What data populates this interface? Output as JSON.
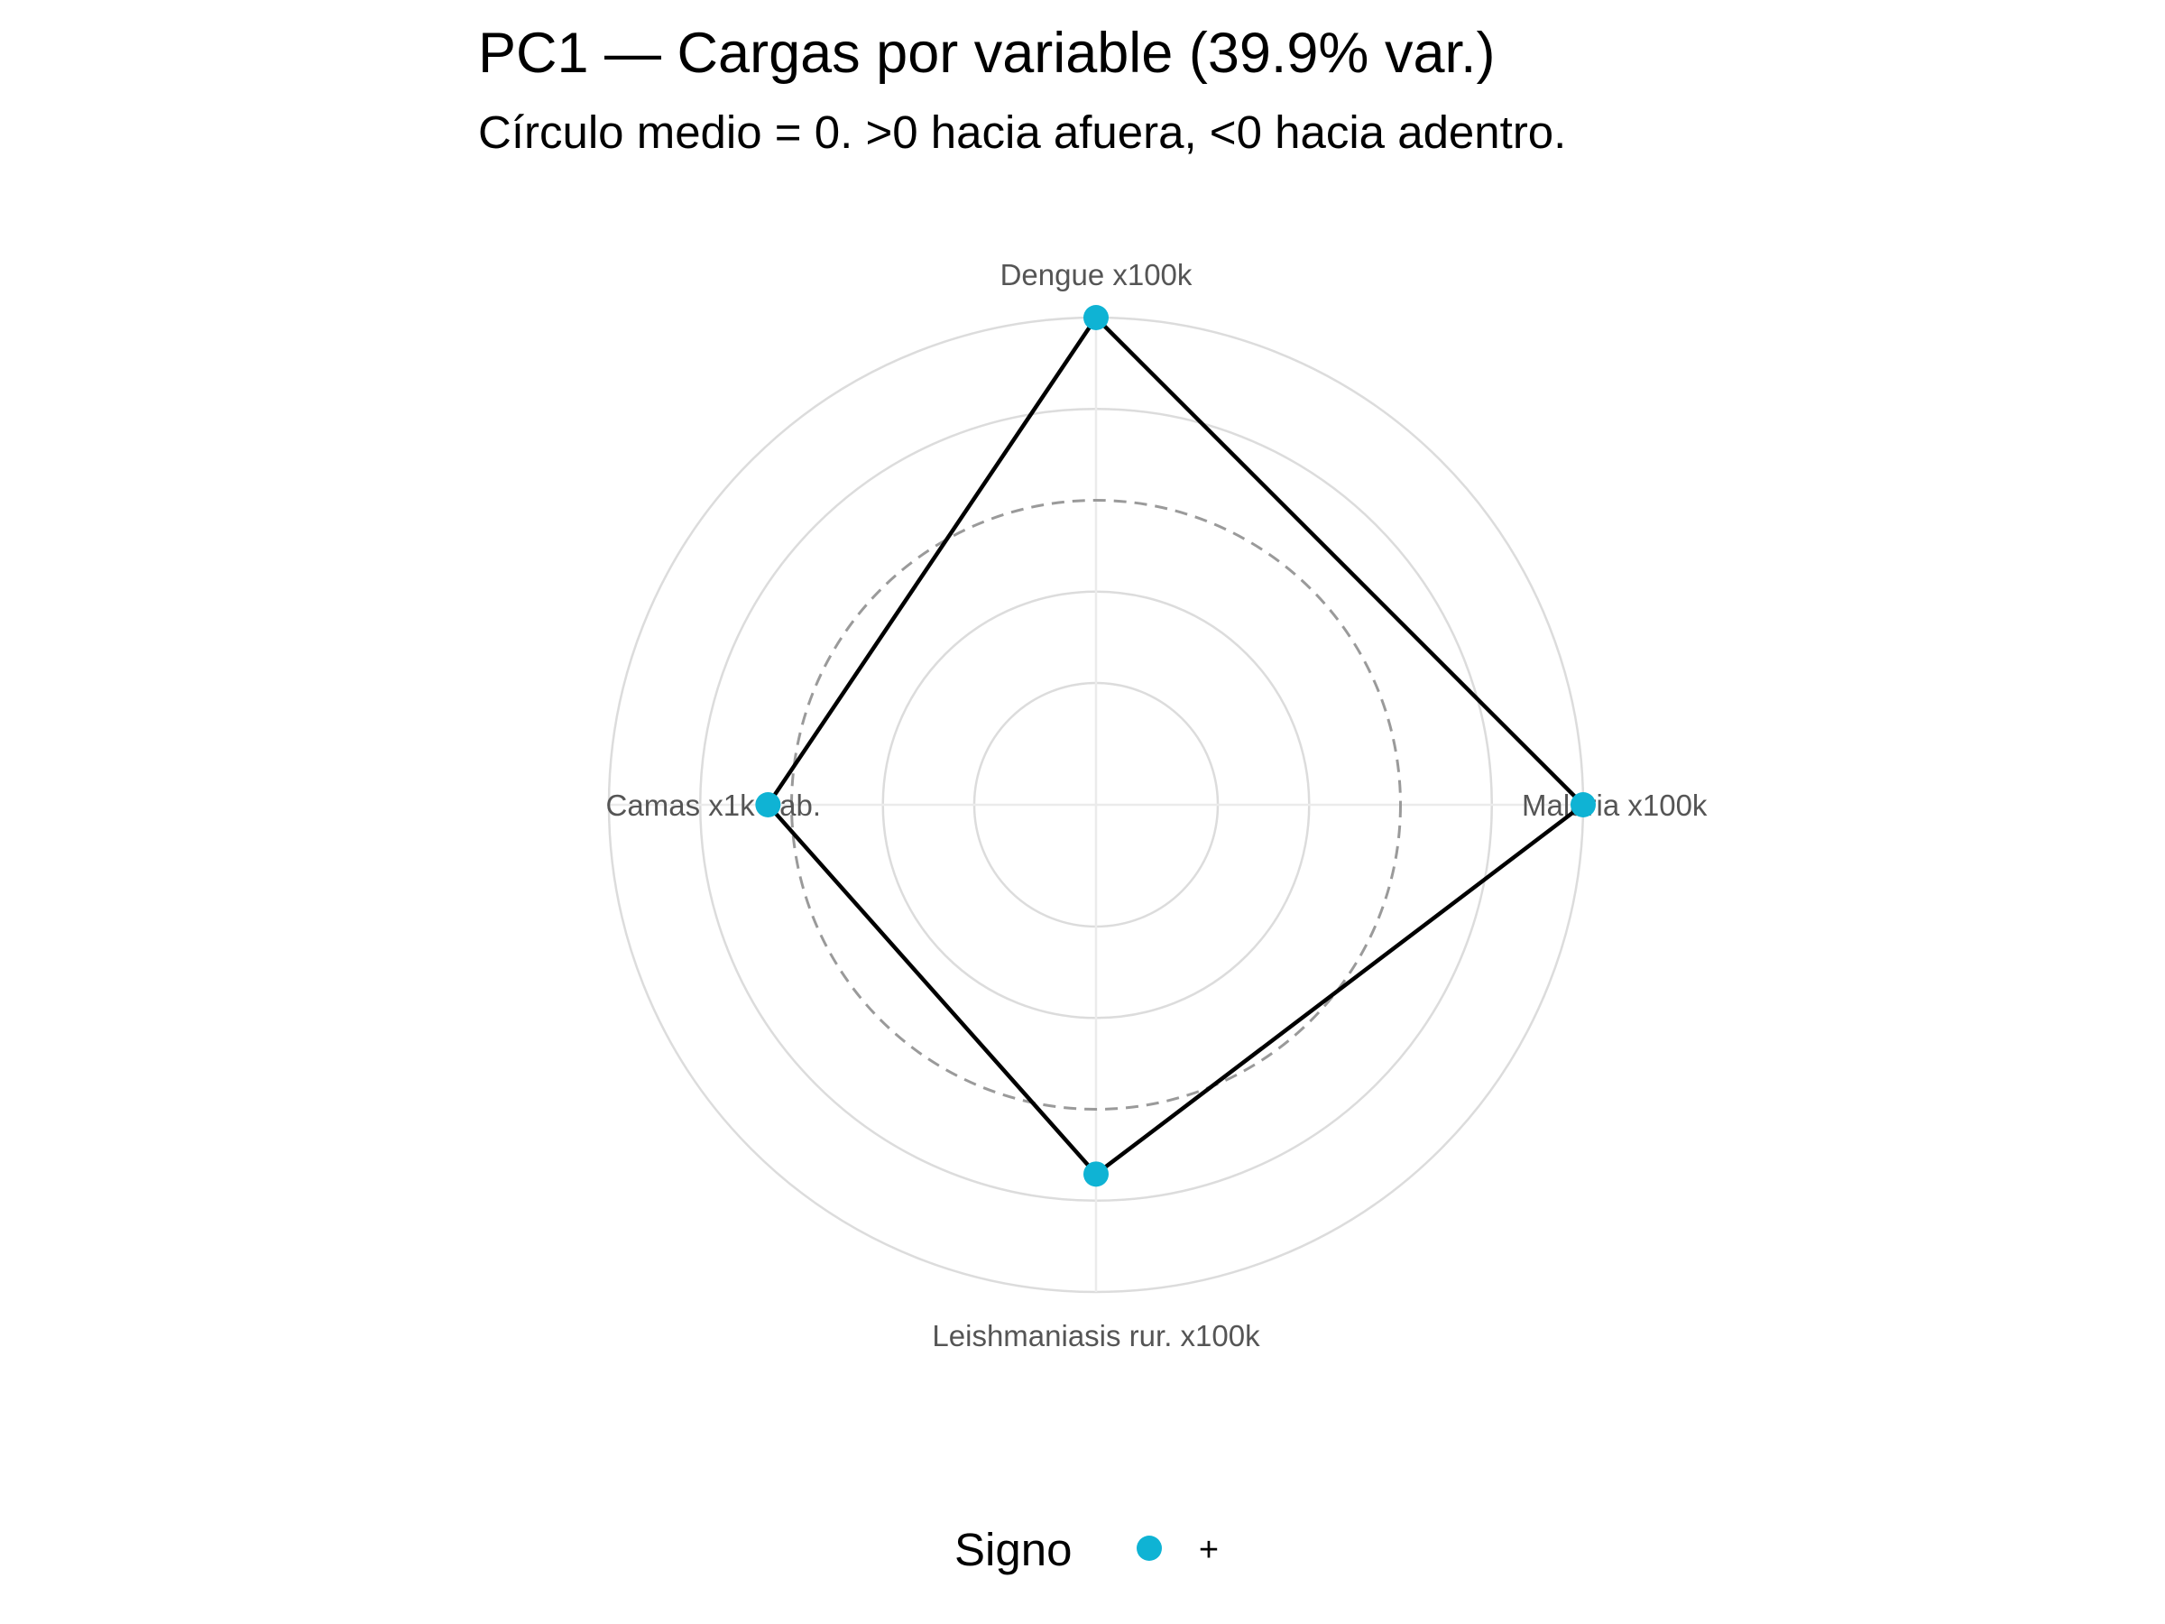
{
  "chart_data": {
    "type": "radar",
    "title": "PC1 — Cargas por variable (39.9% var.)",
    "subtitle": "Círculo medio = 0. >0 hacia afuera, <0 hacia adentro.",
    "variables": [
      "Dengue x100k",
      "Malaria x100k",
      "Leishmaniasis rur. x100k",
      "Camas x1k hab."
    ],
    "loadings": [
      0.62,
      0.62,
      0.22,
      0.08
    ],
    "r_range": [
      -0.62,
      0.62
    ],
    "zero_line": 0,
    "grid_levels": [
      -0.31,
      0,
      0.31
    ],
    "grid": true,
    "legend": {
      "title": "Signo",
      "entries": [
        {
          "label": "+",
          "color": "#0fb3d4"
        }
      ],
      "position": "bottom"
    },
    "colors": {
      "positive": "#0fb3d4",
      "line": "#000000"
    }
  }
}
